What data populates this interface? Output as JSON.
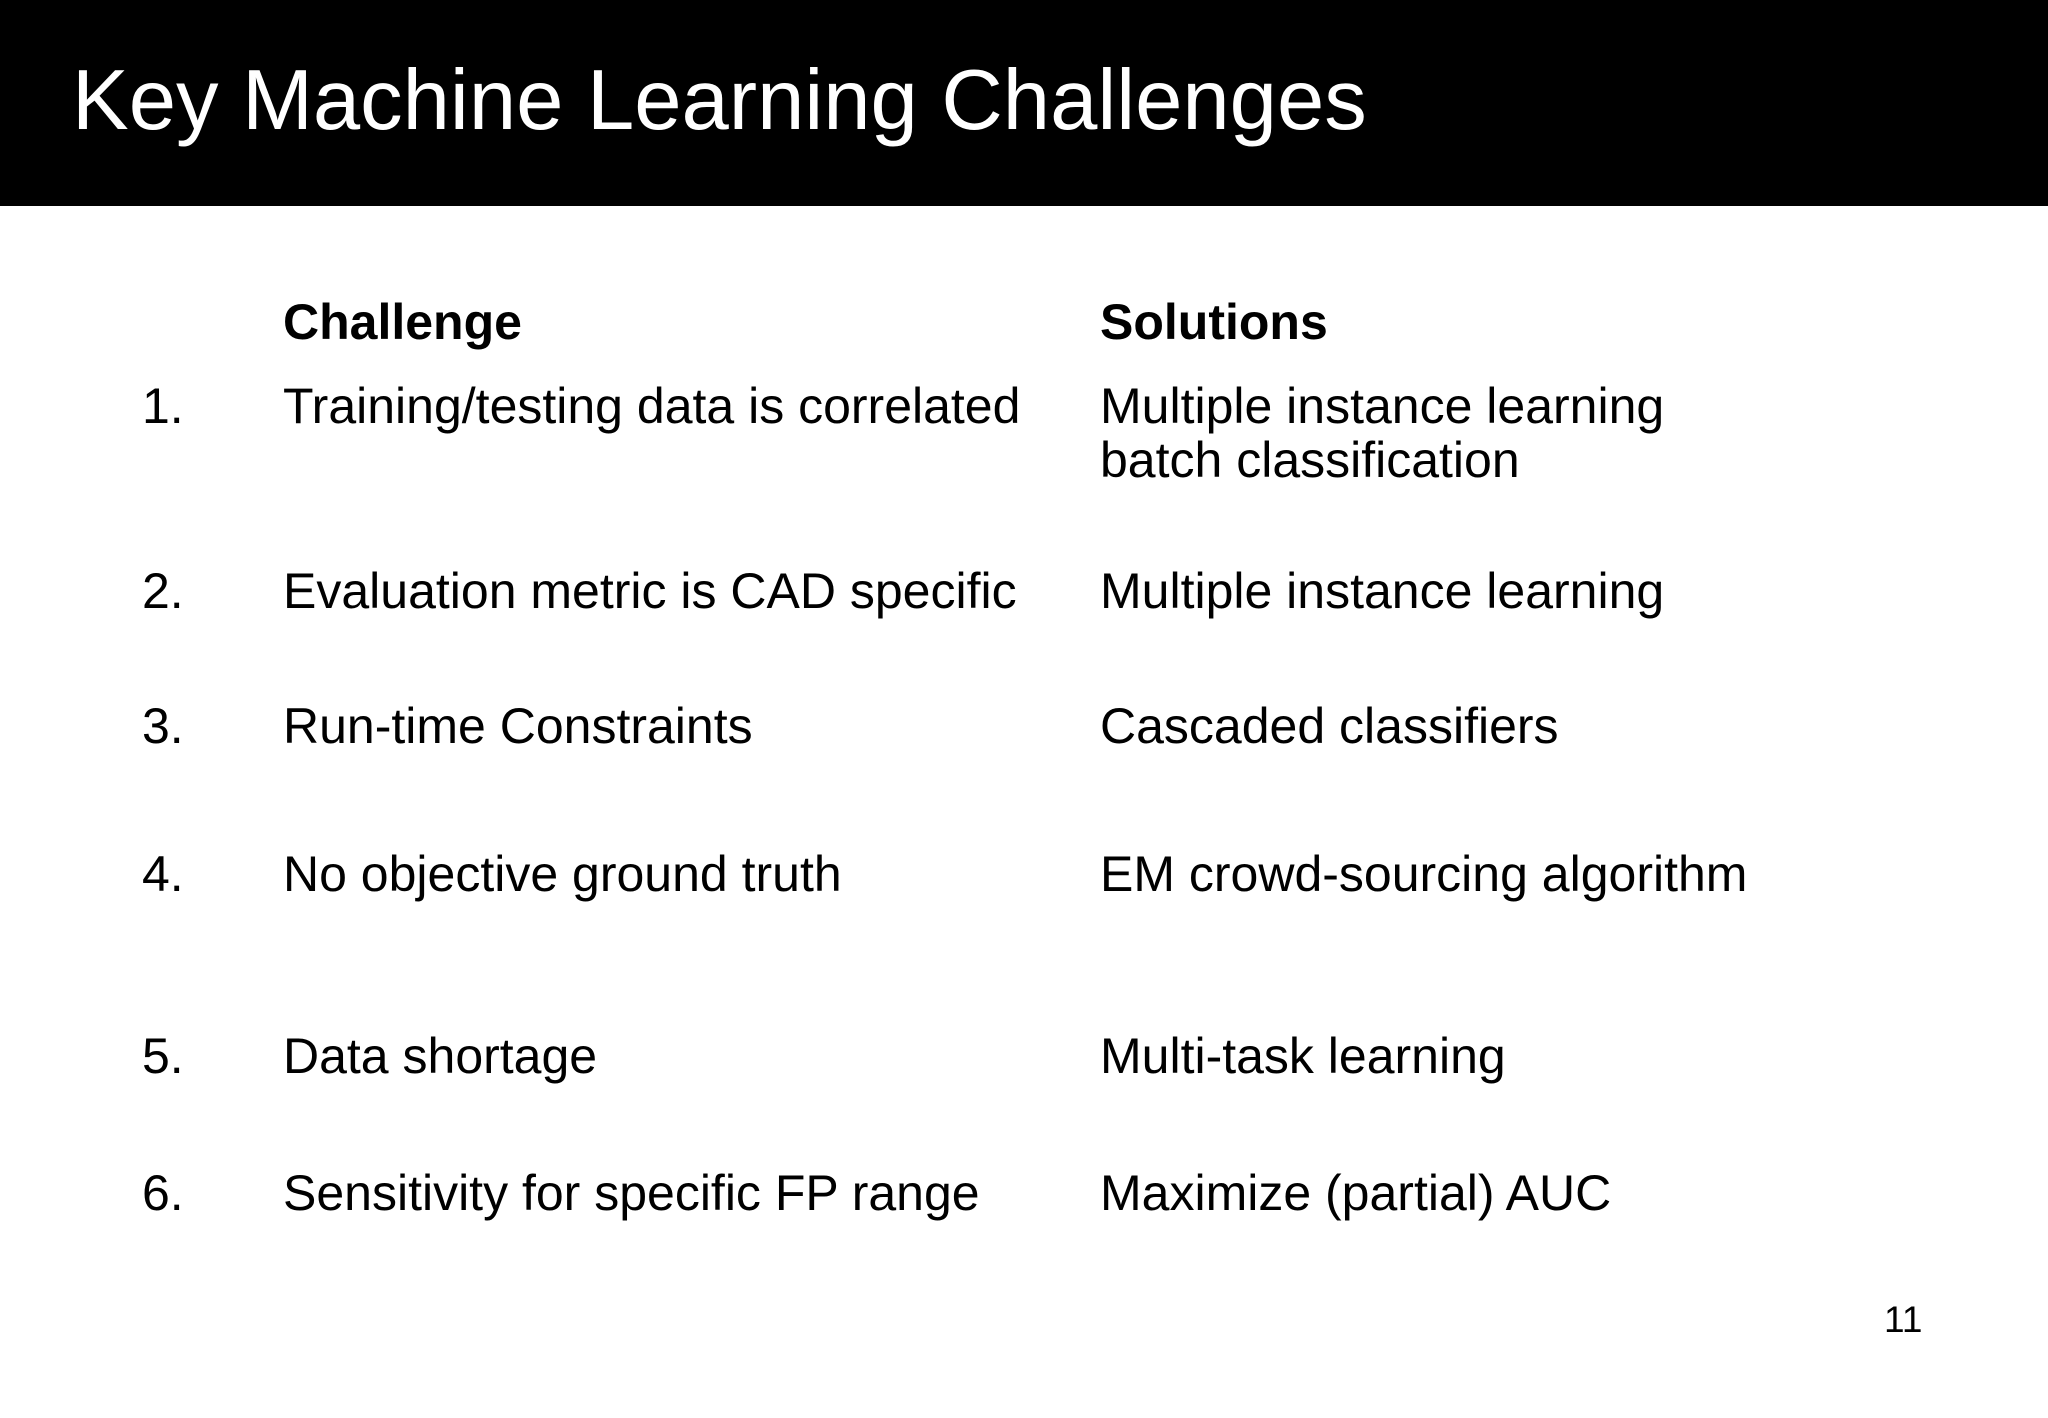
{
  "slide": {
    "title": "Key Machine Learning Challenges",
    "page_number": "11",
    "colors": {
      "title_bar_bg": "#000000",
      "title_text": "#ffffff",
      "body_bg": "#ffffff",
      "body_text": "#000000"
    },
    "table": {
      "columns": {
        "challenge": "Challenge",
        "solutions": "Solutions"
      },
      "rows": [
        {
          "num": "1.",
          "challenge": "Training/testing data is correlated",
          "solution": "Multiple instance learning\nbatch classification"
        },
        {
          "num": "2.",
          "challenge": "Evaluation metric is CAD specific",
          "solution": "Multiple instance learning"
        },
        {
          "num": "3.",
          "challenge": "Run-time Constraints",
          "solution": "Cascaded classifiers"
        },
        {
          "num": "4.",
          "challenge": "No objective ground truth",
          "solution": "EM crowd-sourcing algorithm"
        },
        {
          "num": "5.",
          "challenge": "Data shortage",
          "solution": "Multi-task learning"
        },
        {
          "num": "6.",
          "challenge": "Sensitivity for specific FP range",
          "solution": "Maximize (partial) AUC"
        }
      ]
    }
  }
}
